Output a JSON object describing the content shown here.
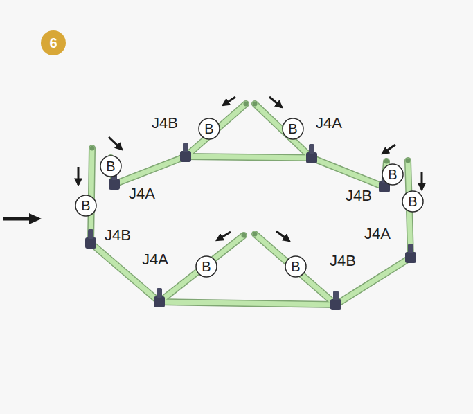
{
  "diagram": {
    "nodes": [
      {
        "text": [
          "6"
        ]
      },
      {
        "text": [
          "B"
        ]
      },
      {
        "text": [
          "B"
        ]
      },
      {
        "text": [
          "B"
        ]
      },
      {
        "text": [
          "B"
        ]
      },
      {
        "text": [
          "B"
        ]
      },
      {
        "text": [
          "B"
        ]
      },
      {
        "text": [
          "B"
        ]
      },
      {
        "text": [
          "B"
        ]
      }
    ],
    "labels": [
      "J4B",
      "J4A",
      "J4A",
      "J4B",
      "J4B",
      "J4A",
      "J4A",
      "J4B"
    ]
  }
}
